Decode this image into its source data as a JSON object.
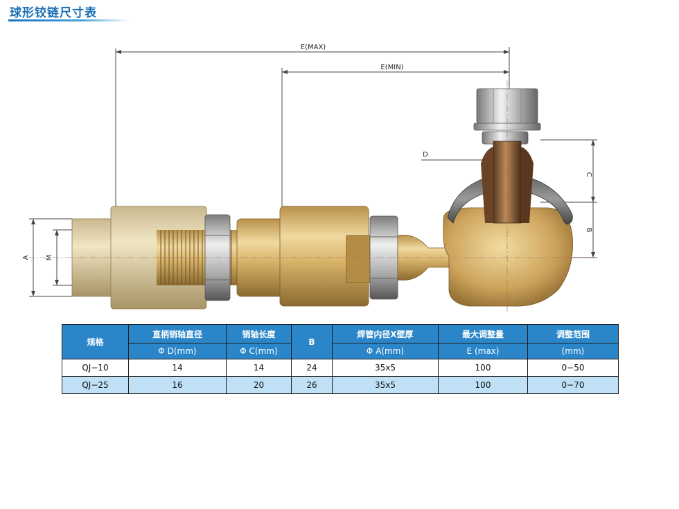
{
  "title": "球形铰链尺寸表",
  "diagram_labels": {
    "e_max": "E(MAX)",
    "e_min": "E(MIN)",
    "d": "D",
    "c": "C",
    "b": "B",
    "a": "A",
    "m": "M"
  },
  "table": {
    "headers": {
      "spec": "规格",
      "shank_diameter": "直柄销轴直径",
      "shank_diameter_unit": "Φ D(mm)",
      "pin_length": "销轴长度",
      "pin_length_unit": "Φ C(mm)",
      "b": "B",
      "tube": "焊管内径X壁厚",
      "tube_unit": "Φ A(mm)",
      "max_adjust": "最大调整量",
      "max_adjust_unit": "E (max)",
      "adjust_range": "调整范围",
      "adjust_range_unit": "(mm)"
    },
    "rows": [
      [
        "QJ−10",
        "14",
        "14",
        "24",
        "35x5",
        "100",
        "0−50"
      ],
      [
        "QJ−25",
        "16",
        "20",
        "26",
        "35x5",
        "100",
        "0−70"
      ]
    ]
  },
  "colors": {
    "title_blue": "#1a6fb7",
    "header_blue": "#2a86c8",
    "row_alt": "#bfe0f5",
    "brass": "#c9a660"
  }
}
